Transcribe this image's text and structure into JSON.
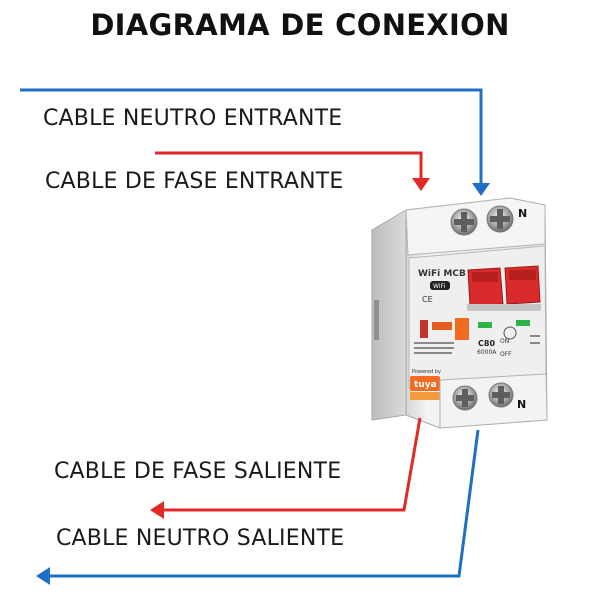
{
  "title": "DIAGRAMA DE CONEXION",
  "labels": {
    "neutral_in": "CABLE NEUTRO ENTRANTE",
    "phase_in": "CABLE DE FASE ENTRANTE",
    "phase_out": "CABLE DE FASE SALIENTE",
    "neutral_out": "CABLE NEUTRO SALIENTE"
  },
  "terminals": {
    "top": "N",
    "bottom": "N"
  },
  "breaker": {
    "model_line1": "WiFi MCB",
    "wifi_badge": "WiFi",
    "ce_mark": "CE",
    "rating": "C80",
    "capacity": "6000A",
    "on_label": "ON",
    "off_label": "OFF",
    "brand_powered": "Powered by",
    "brand_name": "tuya"
  },
  "colors": {
    "neutral_wire": "#1f6fc5",
    "phase_wire": "#e12a27",
    "breaker_body": "#ececec",
    "lever": "#d92b2b",
    "tuya_orange": "#f26b21"
  }
}
